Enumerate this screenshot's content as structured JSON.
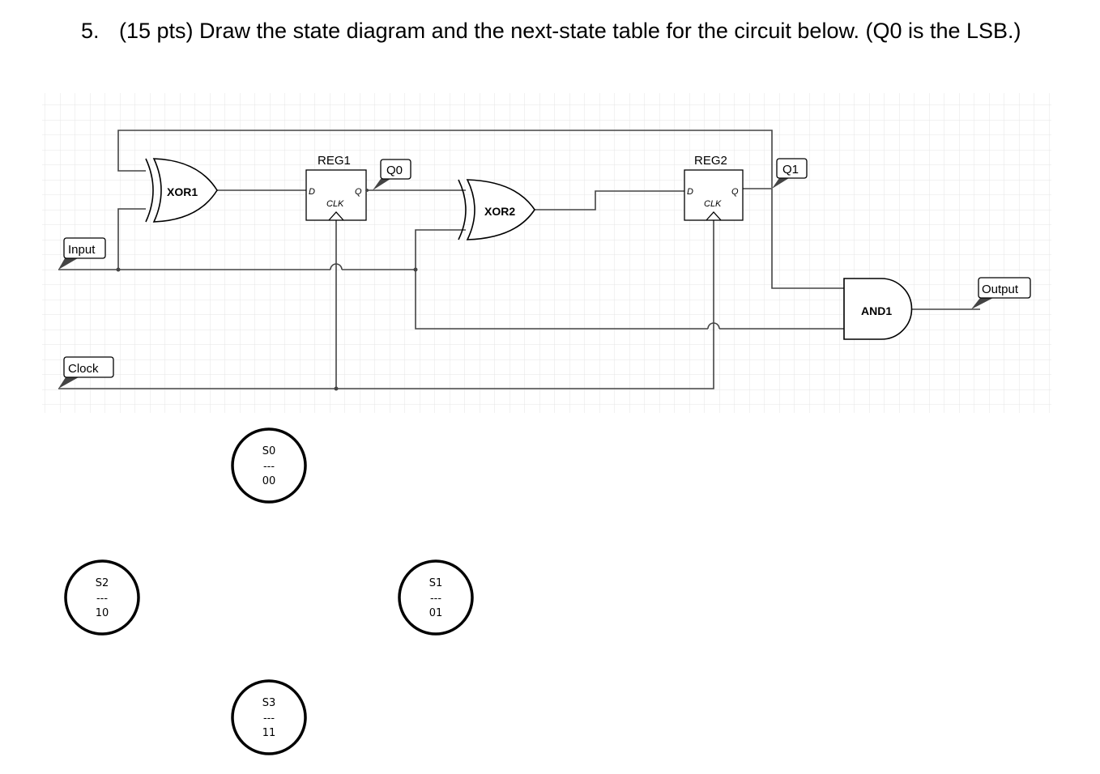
{
  "question": {
    "number": "5.",
    "text": "(15 pts) Draw the state diagram and the next-state table for the circuit below.  (Q0 is the LSB.)"
  },
  "circuit": {
    "inputs": {
      "input": "Input",
      "clock": "Clock"
    },
    "gates": {
      "xor1": "XOR1",
      "xor2": "XOR2",
      "and1": "AND1"
    },
    "registers": {
      "reg1": {
        "name": "REG1",
        "d": "D",
        "q": "Q",
        "clk": "CLK"
      },
      "reg2": {
        "name": "REG2",
        "d": "D",
        "q": "Q",
        "clk": "CLK"
      }
    },
    "probes": {
      "q0": "Q0",
      "q1": "Q1",
      "output": "Output"
    }
  },
  "states": [
    {
      "name": "S0",
      "sep": "---",
      "code": "00"
    },
    {
      "name": "S1",
      "sep": "---",
      "code": "01"
    },
    {
      "name": "S2",
      "sep": "---",
      "code": "10"
    },
    {
      "name": "S3",
      "sep": "---",
      "code": "11"
    }
  ],
  "colors": {
    "grid": "#e6e6e6",
    "wire": "#444444",
    "line": "#000000"
  }
}
